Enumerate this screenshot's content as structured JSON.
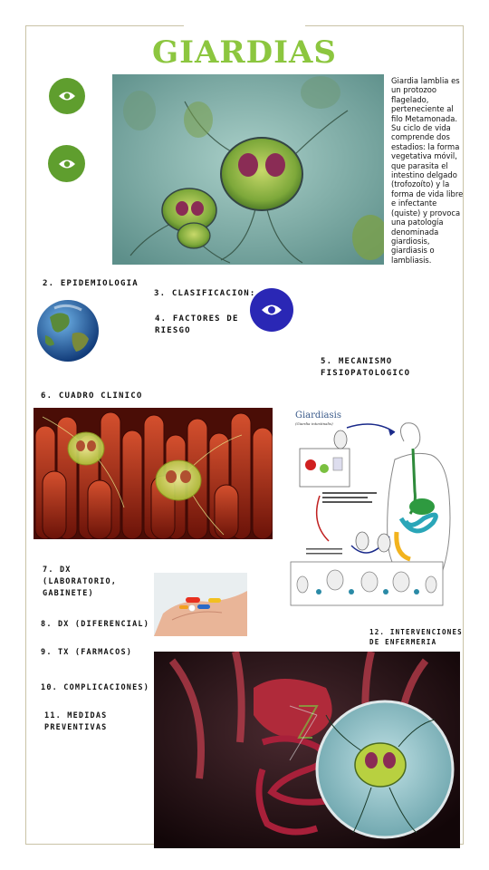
{
  "title": "GIARDIAS",
  "description": "Giardia lamblia es un protozoo flagelado, perteneciente al filo Metamonada. Su ciclo de vida comprende dos estadios: la forma vegetativa móvil, que parasita el intestino delgado (trofozoíto) y la forma de vida libre e infectante (quiste) y provoca una patología denominada giardiosis, giardiasis o lambliasis.",
  "sections": {
    "epidemiologia": "2. EPIDEMIOLOGIA",
    "clasificacion": "3. CLASIFICACION:",
    "factores": "4. FACTORES DE\nRIESGO",
    "mecanismo": "5. MECANISMO\nFISIOPATOLOGICO",
    "cuadro": "6. CUADRO CLINICO",
    "dx_lab": "7. DX\n(LABORATORIO,\nGABINETE)",
    "dx_dif": "8. DX (DIFERENCIAL)",
    "tx": "9. TX (FARMACOS)",
    "complicaciones": "10. COMPLICACIONES)",
    "medidas": "11. MEDIDAS\nPREVENTIVAS",
    "intervenciones": "12. INTERVENCIONES\nDE ENFERMERIA"
  },
  "diagram": {
    "title": "Giardiasis",
    "subtitle": "(Giardia intestinalis)"
  },
  "colors": {
    "title_green": "#8cc63f",
    "eye_green": "#5f9e2e",
    "eye_blue": "#2a27b5"
  },
  "icons": [
    "eye-icon",
    "globe-icon"
  ]
}
